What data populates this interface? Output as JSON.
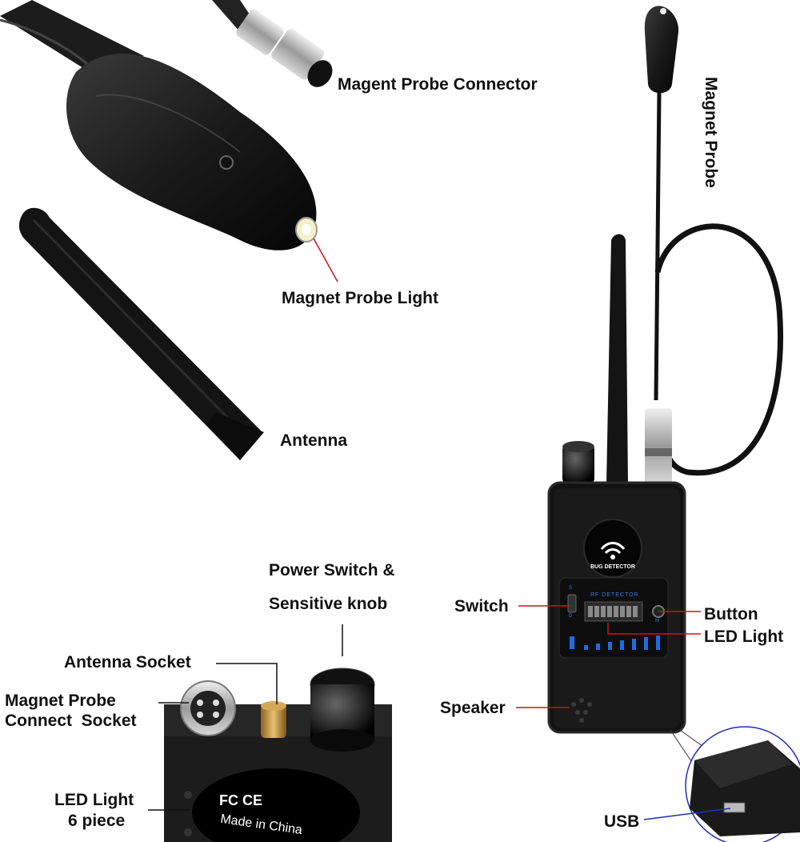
{
  "labels": {
    "magnet_probe_connector": "Magent Probe Connector",
    "magnet_probe_light": "Magnet Probe Light",
    "antenna": "Antenna",
    "magnet_probe": "Magnet Probe",
    "power_switch_line1": "Power Switch &",
    "power_switch_line2": "Sensitive knob",
    "antenna_socket": "Antenna Socket",
    "magnet_probe_socket_line1": "Magnet Probe",
    "magnet_probe_socket_line2": "Connect  Socket",
    "led_light_6_line1": "LED Light",
    "led_light_6_line2": "6 piece",
    "switch": "Switch",
    "button": "Button",
    "led_light": "LED Light",
    "speaker": "Speaker",
    "usb": "USB"
  },
  "device": {
    "badge_text": "BUG DETECTOR",
    "panel_title": "RF DETECTOR",
    "switch_top": "S",
    "switch_bottom": "D",
    "button_label": "M",
    "made_in": "Made in China",
    "cert_marks": "FC CE"
  },
  "colors": {
    "callout_line": "#d0121b",
    "usb_circle": "#1f2fb8",
    "led_blue": "#1e6de0"
  }
}
